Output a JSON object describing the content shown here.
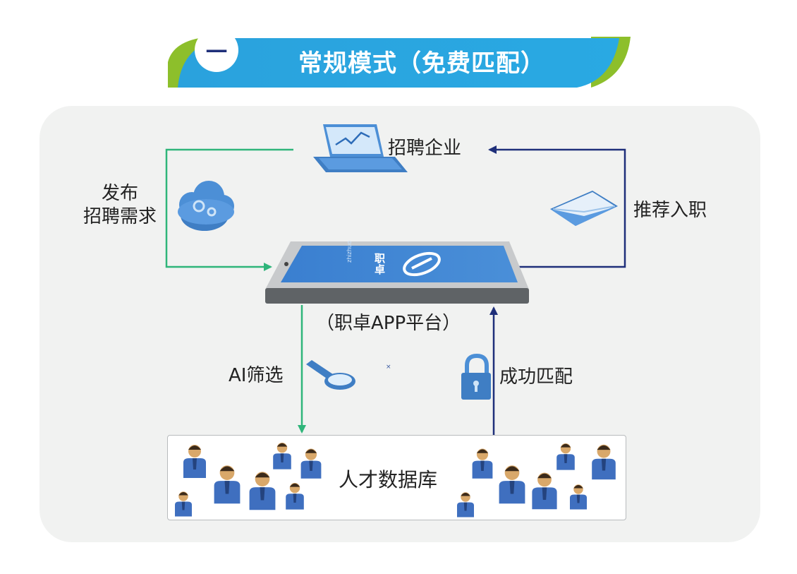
{
  "banner": {
    "number": "一",
    "title": "常规模式（免费匹配）"
  },
  "nodes": {
    "company": "招聘企业",
    "post_demand_line1": "发布",
    "post_demand_line2": "招聘需求",
    "recommend": "推荐入职",
    "platform": "（职卓APP平台）",
    "ai_filter": "AI筛选",
    "match_success": "成功匹配",
    "talent_db": "人才数据库",
    "brand": "职卓"
  },
  "colors": {
    "green_line": "#2fb57a",
    "navy_line": "#1f2f7a",
    "banner_blue": "#29a6e0",
    "banner_green": "#8dbf2b",
    "icon_blue": "#3f7ec4",
    "panel_bg": "#f1f2f1"
  },
  "icons": [
    "laptop-icon",
    "cloud-gear-icon",
    "envelope-icon",
    "tablet-icon",
    "magnifier-icon",
    "padlock-icon",
    "person-icon"
  ]
}
